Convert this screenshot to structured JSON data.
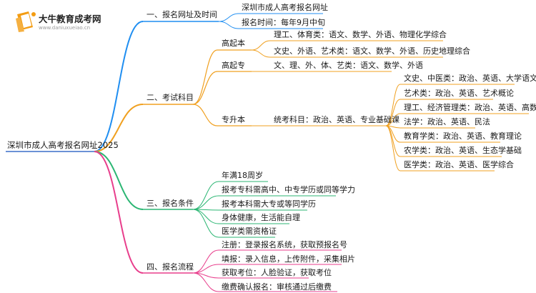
{
  "brand": {
    "name": "大牛教育成考网",
    "url": "www.daniuxueiao.cn"
  },
  "colors": {
    "blue": "#1f8ef1",
    "orange": "#f0a020",
    "green": "#2bb673",
    "pink": "#e83e8c",
    "root_line": "#3a6fc8",
    "logo_orange": "#f39c12"
  },
  "root": "深圳市成人高考报名网址2025",
  "branches": {
    "b1": {
      "label": "一、报名网址及时间",
      "c1": "深圳市成人高考报名网址",
      "c2": "报名时间：每年9月中旬"
    },
    "b2": {
      "label": "二、考试科目",
      "gqb": {
        "label": "高起本",
        "c1": "理工、体育类：语文、数学、外语、物理化学综合",
        "c2": "文史、外语、艺术类：语文、数学、外语、历史地理综合"
      },
      "gqz": {
        "label": "高起专",
        "c1": "文、理、外、体、艺类：语文、数学、外语"
      },
      "zsb": {
        "label": "专升本",
        "common": "统考科目：政治、英语、专业基础课",
        "items": [
          "文史、中医类：政治、英语、大学语文",
          "艺术类：政治、英语、艺术概论",
          "理工、经济管理类：政治、英语、高数（二）",
          "法学：政治、英语、民法",
          "教育学类：政治、英语、教育理论",
          "农学类：政治、英语、生态学基础",
          "医学类：政治、英语、医学综合"
        ]
      }
    },
    "b3": {
      "label": "三、报名条件",
      "items": [
        "年满18周岁",
        "报考专科需高中、中专学历或同等学力",
        "报考本科需大专或等同学历",
        "身体健康，生活能自理",
        "医学类需资格证"
      ]
    },
    "b4": {
      "label": "四、报名流程",
      "items": [
        "注册：登录报名系统，获取预报名号",
        "填报：录入信息，上传附件，采集相片",
        "获取考位：人脸验证，获取考位",
        "缴费确认报名：审核通过后缴费"
      ]
    }
  }
}
